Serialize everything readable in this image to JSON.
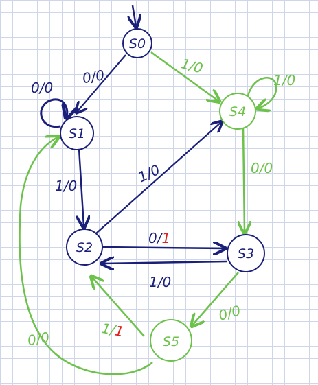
{
  "colors": {
    "blue": "#1a1f7a",
    "green": "#6cc24a",
    "red": "#e0201b"
  },
  "states": {
    "s0": "S0",
    "s1": "S1",
    "s2": "S2",
    "s3": "S3",
    "s4": "S4",
    "s5": "S5"
  },
  "transitions": {
    "s0_s1": "0/0",
    "s0_s4": "1/0",
    "s1_s1": "0/0",
    "s4_s4": "1/0",
    "s1_s2": "1/0",
    "s2_s4": "1/0",
    "s4_s3": "0/0",
    "s2_s3_in": "0/",
    "s2_s3_out": "1",
    "s3_s2": "1/0",
    "s3_s5": "0/0",
    "s5_s2_in": "1/",
    "s5_s2_out": "1",
    "s5_s1": "0/0"
  }
}
